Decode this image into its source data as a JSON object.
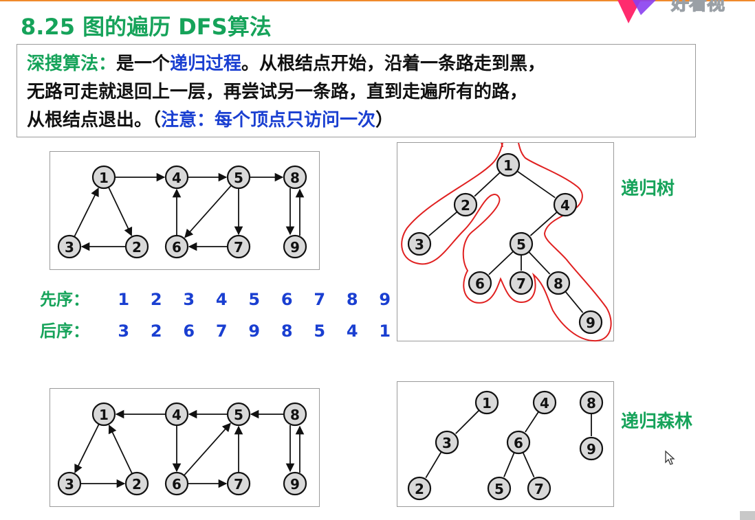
{
  "title": "8.25 图的遍历 DFS算法",
  "definition": {
    "term": "深搜算法：",
    "line1_a": "是一个",
    "line1_b": "递归过程",
    "line1_c": "。从根结点开始，沿着一条路走到黑，",
    "line2": "无路可走就退回上一层，再尝试另一条路，直到走遍所有的路，",
    "line3_a": "从根结点退出。（",
    "line3_b": "注意：每个顶点只访问一次",
    "line3_c": "）"
  },
  "preorder": {
    "label": "先序：",
    "values": [
      "1",
      "2",
      "3",
      "4",
      "5",
      "6",
      "7",
      "8",
      "9"
    ]
  },
  "postorder": {
    "label": "后序：",
    "values": [
      "3",
      "2",
      "6",
      "7",
      "9",
      "8",
      "5",
      "4",
      "1"
    ]
  },
  "recursion_tree_label": "递归树",
  "recursion_forest_label": "递归森林",
  "colors": {
    "green": "#16a35a",
    "blue": "#1a3fd1",
    "red": "#e02020",
    "node_fill": "#d9d9d9"
  },
  "graph_top": {
    "nodes": [
      {
        "id": "1",
        "label": "1"
      },
      {
        "id": "4",
        "label": "4"
      },
      {
        "id": "5",
        "label": "5"
      },
      {
        "id": "8",
        "label": "8"
      },
      {
        "id": "3",
        "label": "3"
      },
      {
        "id": "2",
        "label": "2"
      },
      {
        "id": "6",
        "label": "6"
      },
      {
        "id": "7",
        "label": "7"
      },
      {
        "id": "9",
        "label": "9"
      }
    ],
    "edges": [
      [
        "1",
        "4"
      ],
      [
        "4",
        "5"
      ],
      [
        "5",
        "8"
      ],
      [
        "3",
        "1"
      ],
      [
        "1",
        "2"
      ],
      [
        "2",
        "3"
      ],
      [
        "6",
        "4"
      ],
      [
        "5",
        "6"
      ],
      [
        "5",
        "7"
      ],
      [
        "7",
        "6"
      ],
      [
        "8",
        "9"
      ],
      [
        "9",
        "8"
      ]
    ]
  },
  "graph_bottom": {
    "nodes": [
      {
        "id": "1",
        "label": "1"
      },
      {
        "id": "4",
        "label": "4"
      },
      {
        "id": "5",
        "label": "5"
      },
      {
        "id": "8",
        "label": "8"
      },
      {
        "id": "3",
        "label": "3"
      },
      {
        "id": "2",
        "label": "2"
      },
      {
        "id": "6",
        "label": "6"
      },
      {
        "id": "7",
        "label": "7"
      },
      {
        "id": "9",
        "label": "9"
      }
    ],
    "edges": [
      [
        "4",
        "1"
      ],
      [
        "5",
        "4"
      ],
      [
        "8",
        "5"
      ],
      [
        "1",
        "3"
      ],
      [
        "3",
        "2"
      ],
      [
        "2",
        "1"
      ],
      [
        "4",
        "6"
      ],
      [
        "6",
        "5"
      ],
      [
        "6",
        "7"
      ],
      [
        "7",
        "5"
      ],
      [
        "8",
        "9"
      ],
      [
        "9",
        "8"
      ]
    ]
  },
  "tree": {
    "nodes": [
      {
        "id": "1",
        "label": "1"
      },
      {
        "id": "2",
        "label": "2"
      },
      {
        "id": "4",
        "label": "4"
      },
      {
        "id": "3",
        "label": "3"
      },
      {
        "id": "5",
        "label": "5"
      },
      {
        "id": "6",
        "label": "6"
      },
      {
        "id": "7",
        "label": "7"
      },
      {
        "id": "8",
        "label": "8"
      },
      {
        "id": "9",
        "label": "9"
      }
    ],
    "edges": [
      [
        "1",
        "2"
      ],
      [
        "2",
        "3"
      ],
      [
        "1",
        "4"
      ],
      [
        "4",
        "5"
      ],
      [
        "5",
        "6"
      ],
      [
        "5",
        "7"
      ],
      [
        "5",
        "8"
      ],
      [
        "8",
        "9"
      ]
    ]
  },
  "forest": {
    "nodes": [
      {
        "id": "1",
        "label": "1"
      },
      {
        "id": "4",
        "label": "4"
      },
      {
        "id": "8",
        "label": "8"
      },
      {
        "id": "3",
        "label": "3"
      },
      {
        "id": "6",
        "label": "6"
      },
      {
        "id": "9",
        "label": "9"
      },
      {
        "id": "2",
        "label": "2"
      },
      {
        "id": "5",
        "label": "5"
      },
      {
        "id": "7",
        "label": "7"
      }
    ],
    "edges": [
      [
        "1",
        "3"
      ],
      [
        "3",
        "2"
      ],
      [
        "4",
        "6"
      ],
      [
        "6",
        "5"
      ],
      [
        "6",
        "7"
      ],
      [
        "8",
        "9"
      ]
    ]
  }
}
